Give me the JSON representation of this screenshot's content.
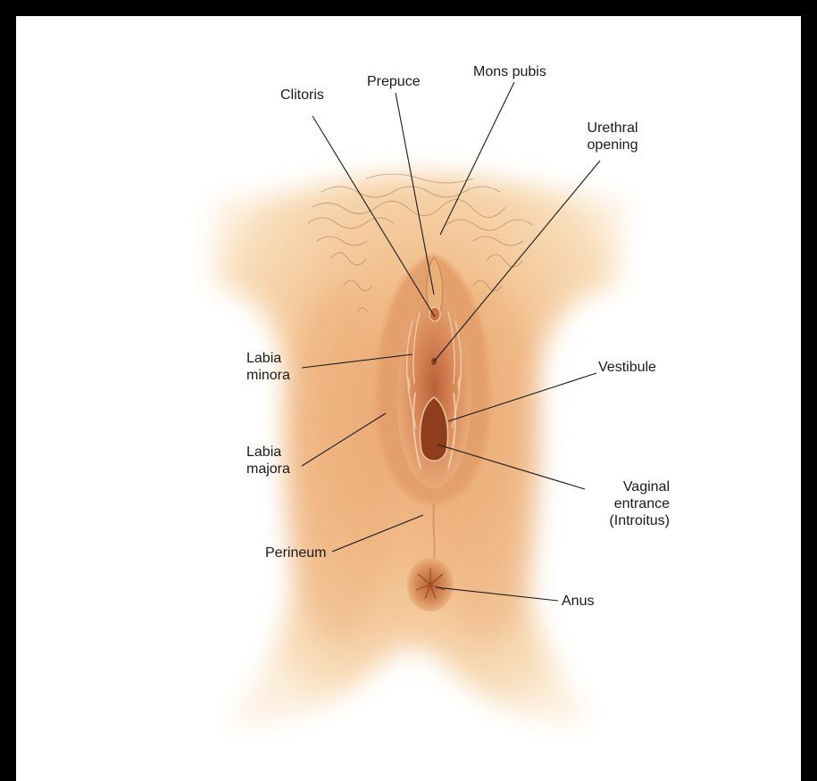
{
  "colors": {
    "frame": "#000000",
    "panel": "#ffffff",
    "skin": "#f2bf8c",
    "skin_dark": "#d98f5c",
    "mucosa": "#c8703f",
    "leader_line": "#1a1a1a"
  },
  "labels": {
    "clitoris": "Clitoris",
    "prepuce": "Prepuce",
    "mons_pubis": "Mons pubis",
    "urethral_opening": [
      "Urethral",
      "opening"
    ],
    "labia_minora": [
      "Labia",
      "minora"
    ],
    "vestibule": "Vestibule",
    "labia_majora": [
      "Labia",
      "majora"
    ],
    "vaginal_entrance": [
      "Vaginal",
      "entrance",
      "(Introitus)"
    ],
    "perineum": "Perineum",
    "anus": "Anus"
  }
}
